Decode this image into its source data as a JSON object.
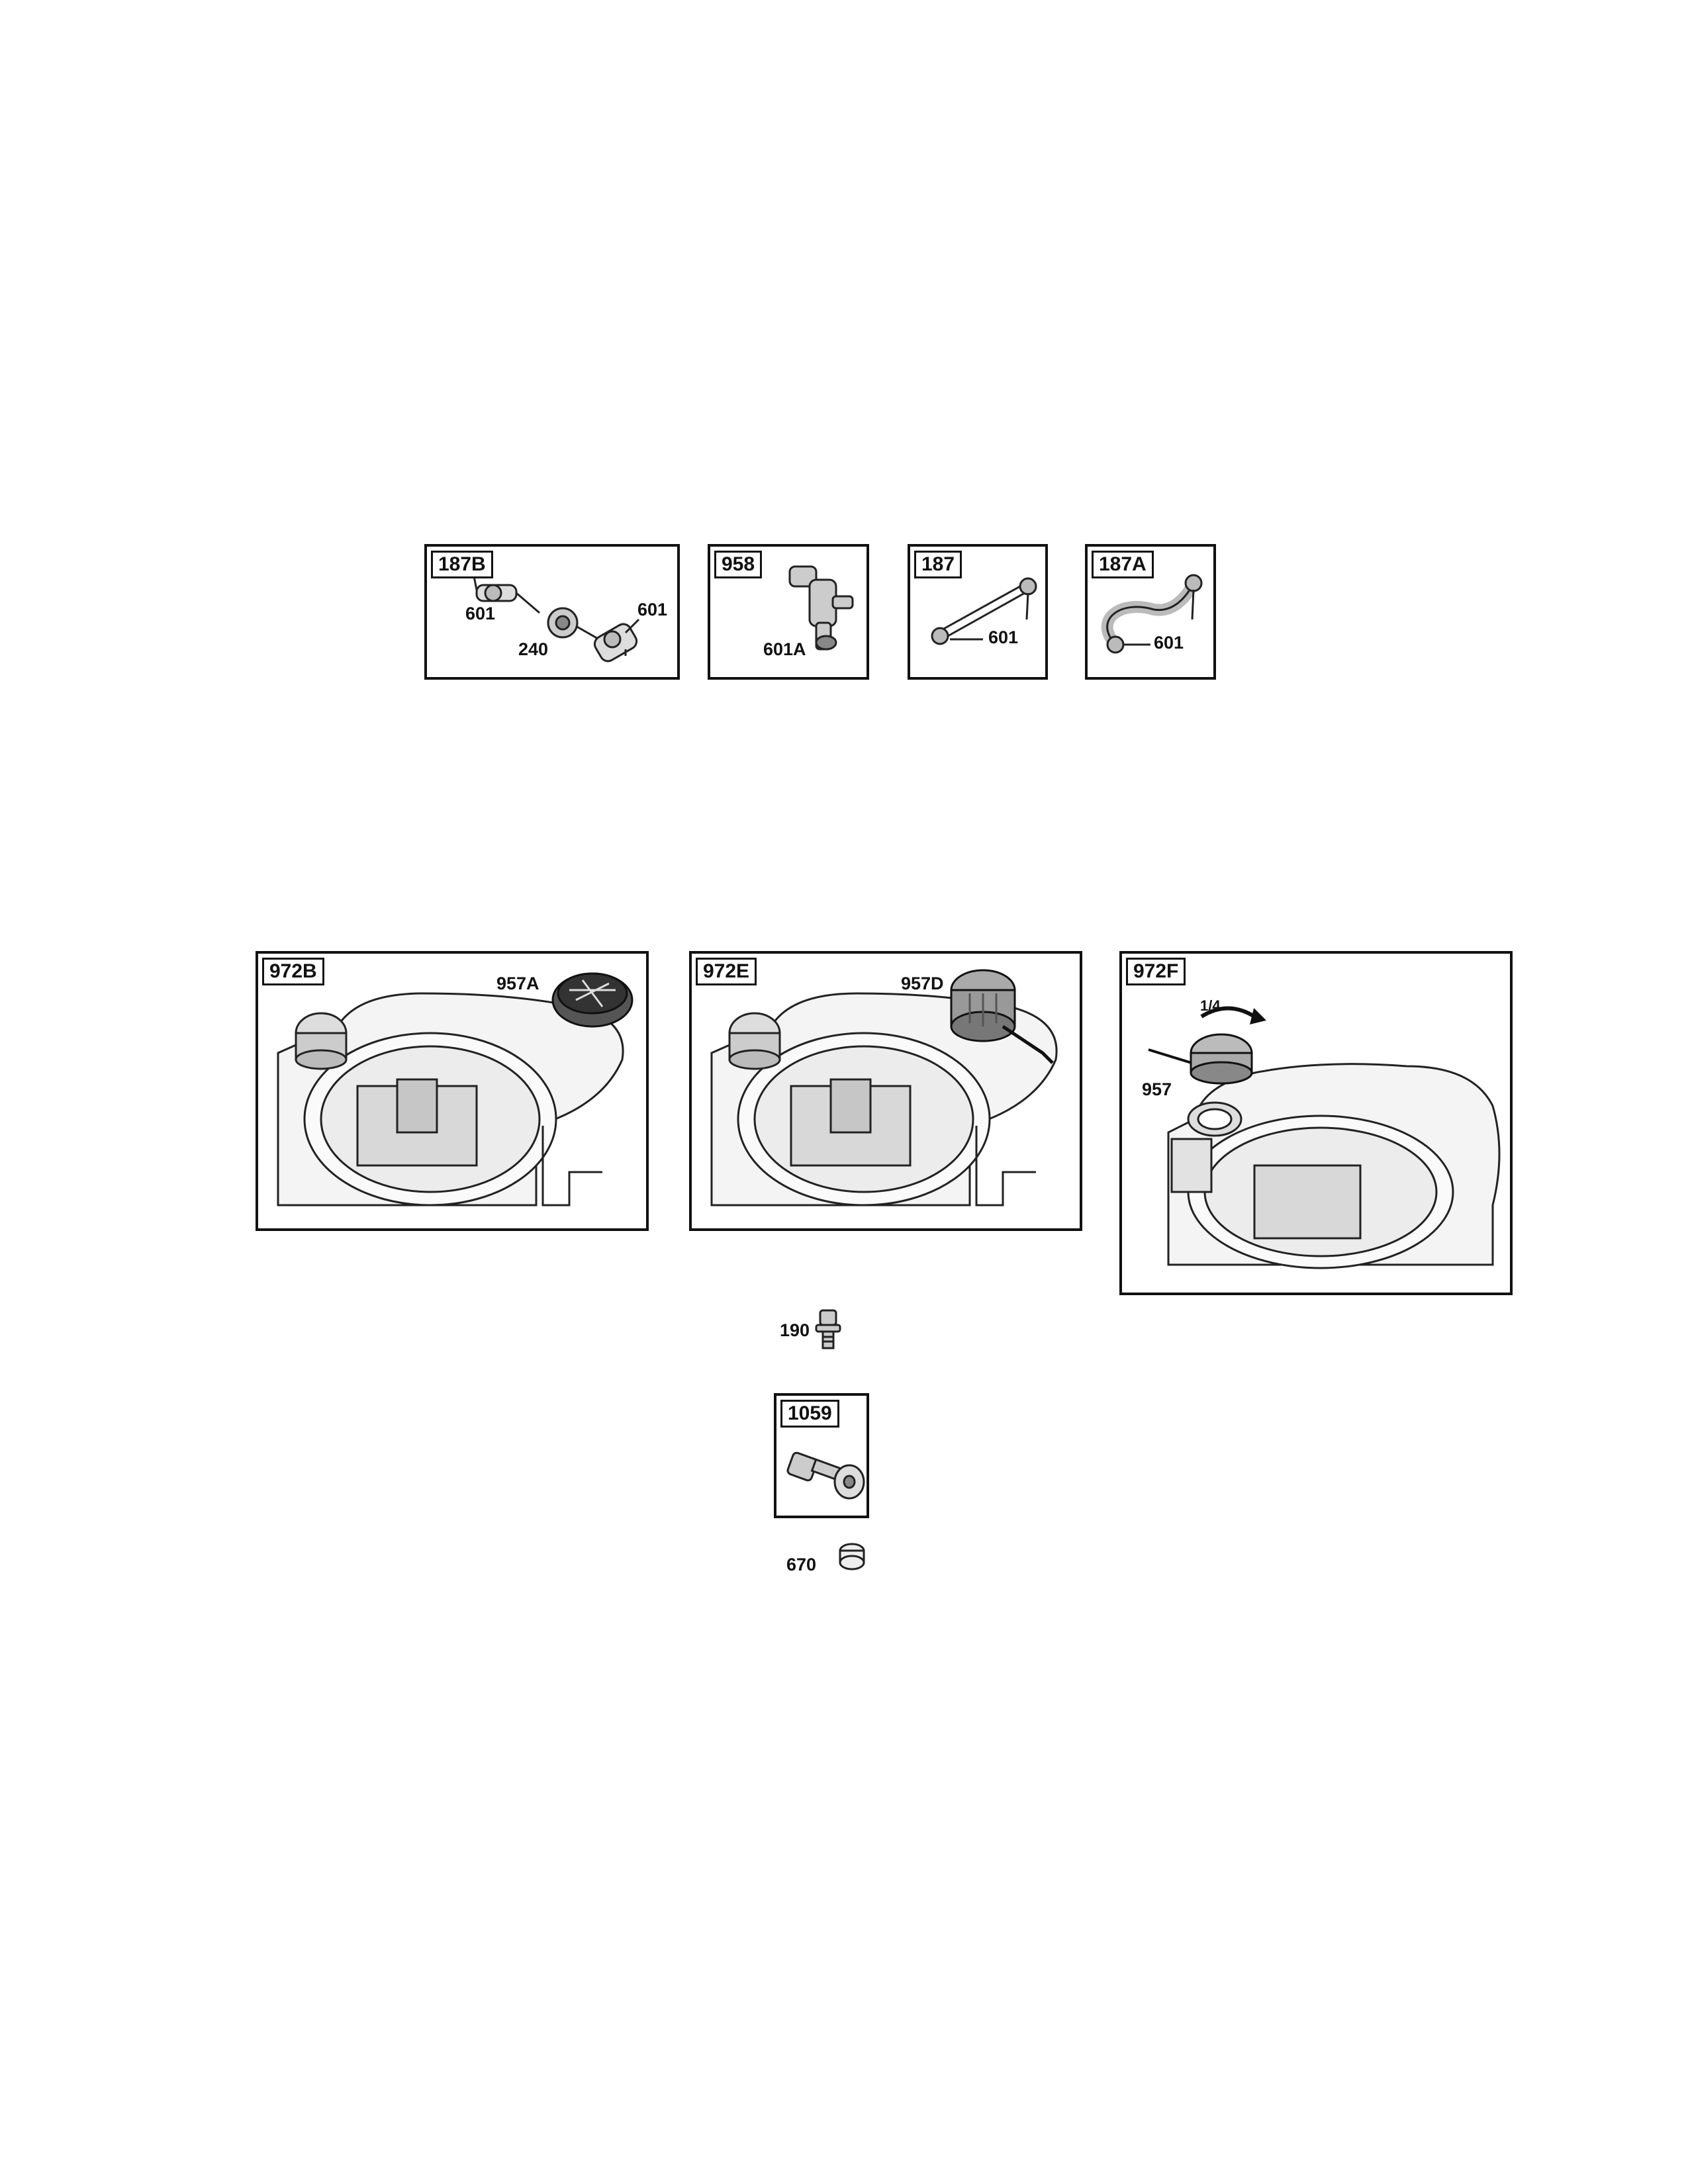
{
  "panels": {
    "p187B": {
      "tag": "187B",
      "labels": [
        "601",
        "240",
        "601"
      ]
    },
    "p958": {
      "tag": "958",
      "labels": [
        "601A"
      ]
    },
    "p187": {
      "tag": "187",
      "labels": [
        "601"
      ]
    },
    "p187A": {
      "tag": "187A",
      "labels": [
        "601"
      ]
    },
    "p972B": {
      "tag": "972B",
      "labels": [
        "957A"
      ]
    },
    "p972E": {
      "tag": "972E",
      "labels": [
        "957D"
      ]
    },
    "p972F": {
      "tag": "972F",
      "labels": [
        "1/4",
        "957"
      ]
    },
    "p1059": {
      "tag": "1059"
    }
  },
  "loose_parts": {
    "part190": "190",
    "part670": "670"
  }
}
